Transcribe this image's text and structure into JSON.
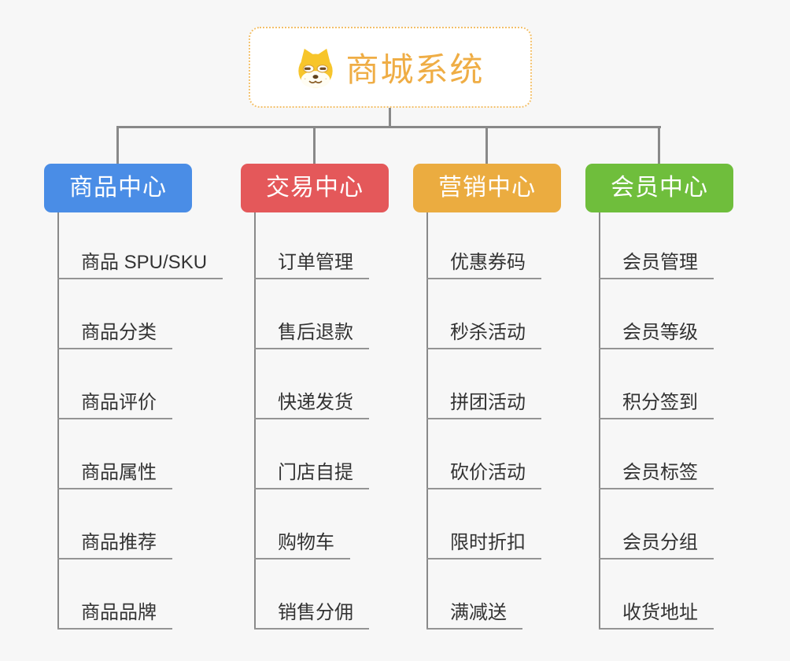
{
  "root": {
    "title": "商城系统",
    "icon": "shiba-dog-icon"
  },
  "branches": [
    {
      "label": "商品中心",
      "color": "#4A8DE6",
      "children": [
        "商品 SPU/SKU",
        "商品分类",
        "商品评价",
        "商品属性",
        "商品推荐",
        "商品品牌"
      ]
    },
    {
      "label": "交易中心",
      "color": "#E4585A",
      "children": [
        "订单管理",
        "售后退款",
        "快递发货",
        "门店自提",
        "购物车",
        "销售分佣"
      ]
    },
    {
      "label": "营销中心",
      "color": "#EBAC40",
      "children": [
        "优惠券码",
        "秒杀活动",
        "拼团活动",
        "砍价活动",
        "限时折扣",
        "满减送"
      ]
    },
    {
      "label": "会员中心",
      "color": "#6FBE3C",
      "children": [
        "会员管理",
        "会员等级",
        "积分签到",
        "会员标签",
        "会员分组",
        "收货地址"
      ]
    }
  ],
  "colors": {
    "background": "#F7F7F7",
    "connector": "#898989",
    "leaf_underline": "#949494",
    "leaf_text": "#333333",
    "root_text": "#EFAD45",
    "root_border": "#F3C06A",
    "branch_text": "#FFFFFF"
  }
}
